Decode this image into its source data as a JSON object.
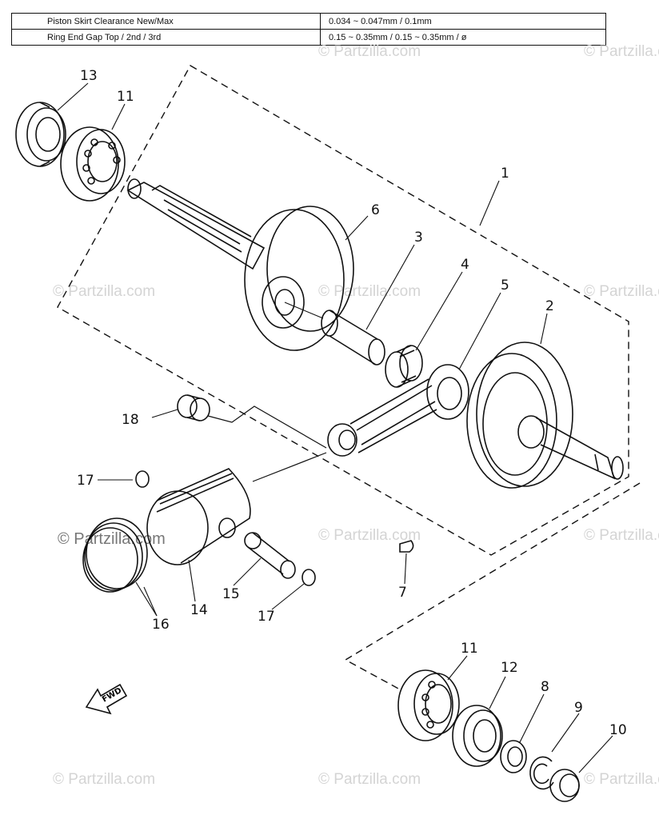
{
  "spec_table": [
    {
      "label": "Piston Skirt Clearance New/Max",
      "value": "0.034 ~ 0.047mm / 0.1mm"
    },
    {
      "label": "Ring End Gap Top / 2nd / 3rd",
      "value": "0.15 ~ 0.35mm / 0.15 ~ 0.35mm / ø"
    }
  ],
  "watermark": "© Partzilla.com",
  "fwd_label": "FWD",
  "callouts": {
    "c1": "1",
    "c2": "2",
    "c3": "3",
    "c4": "4",
    "c5": "5",
    "c6": "6",
    "c7": "7",
    "c8": "8",
    "c9": "9",
    "c10": "10",
    "c11_top": "11",
    "c11_bottom": "11",
    "c12": "12",
    "c13": "13",
    "c14": "14",
    "c15": "15",
    "c16": "16",
    "c17_top": "17",
    "c17_bottom": "17",
    "c18": "18"
  }
}
